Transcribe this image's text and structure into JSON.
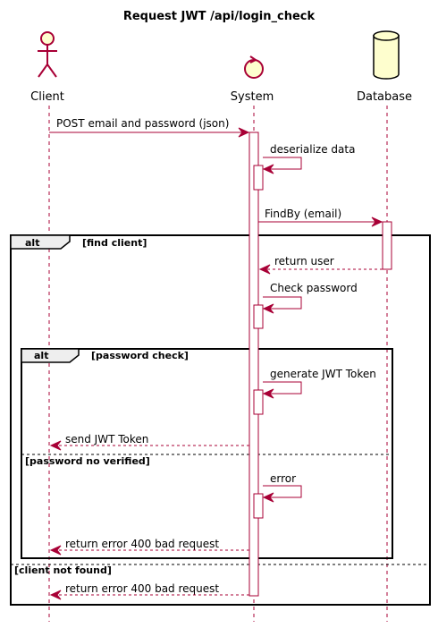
{
  "title": "Request JWT /api/login_check",
  "participants": {
    "client": "Client",
    "system": "System",
    "database": "Database"
  },
  "messages": {
    "m1": "POST email and password (json)",
    "m2": "deserialize data",
    "m3": "FindBy (email)",
    "m4": "return user",
    "m5": "Check password",
    "m6": "generate JWT Token",
    "m7": "send JWT Token",
    "m8": "error",
    "m9": "return error 400 bad request",
    "m10": "return error 400 bad request"
  },
  "frames": {
    "outer_keyword": "alt",
    "outer_guard": "[find client]",
    "outer_else": "[client not found]",
    "inner_keyword": "alt",
    "inner_guard": "[password check]",
    "inner_else": "[password no verified]"
  },
  "colors": {
    "accent": "#A80036",
    "participant_fill": "#FEFECE",
    "frame_tab": "#EEEEEE"
  }
}
